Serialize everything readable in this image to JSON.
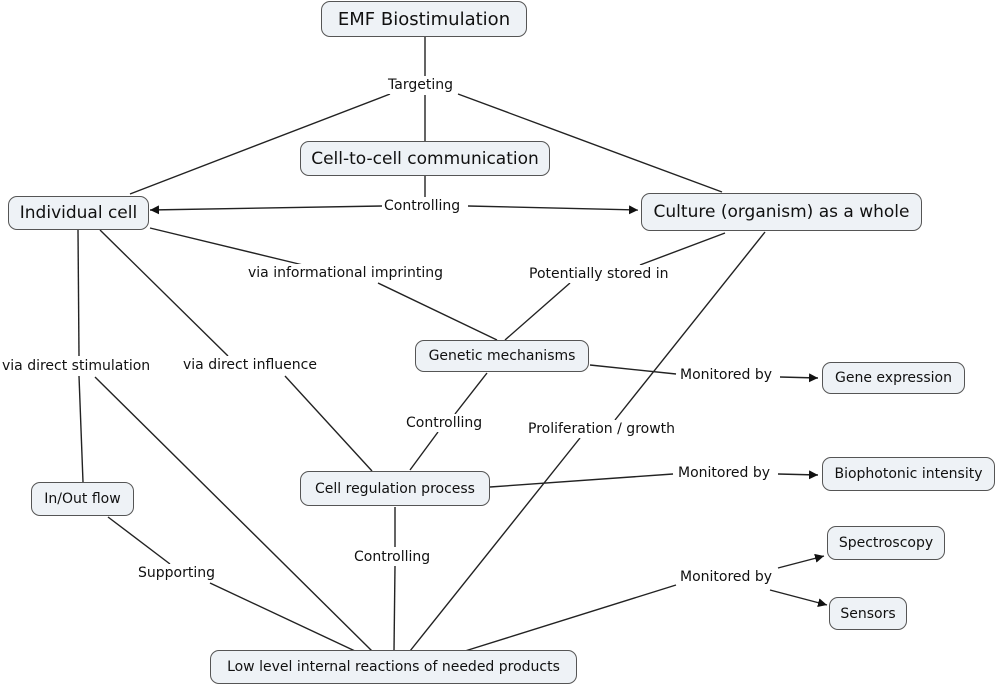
{
  "nodes": {
    "emf": "EMF Biostimulation",
    "cell_comm": "Cell-to-cell communication",
    "individual": "Individual cell",
    "culture": "Culture (organism) as a whole",
    "genetic": "Genetic mechanisms",
    "gene_expr": "Gene expression",
    "cell_reg": "Cell regulation process",
    "biophoton": "Biophotonic intensity",
    "inout": "In/Out flow",
    "spectro": "Spectroscopy",
    "sensors": "Sensors",
    "lowlevel": "Low level internal reactions of needed products"
  },
  "labels": {
    "targeting": "Targeting",
    "controlling_top": "Controlling",
    "via_info": "via informational imprinting",
    "potentially": "Potentially stored in",
    "via_direct_stim": "via direct stimulation",
    "via_direct_infl": "via direct influence",
    "monitored_gene": "Monitored by",
    "controlling_gen": "Controlling",
    "proliferation": "Proliferation / growth",
    "monitored_bio": "Monitored by",
    "supporting": "Supporting",
    "controlling_low": "Controlling",
    "monitored_low": "Monitored by"
  },
  "colors": {
    "node_fill": "#eef2f6",
    "line": "#222222"
  }
}
